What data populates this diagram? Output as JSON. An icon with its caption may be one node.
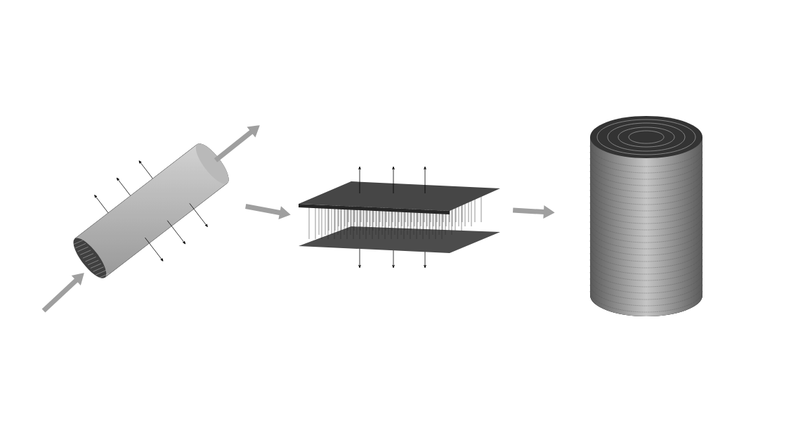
{
  "diagram": {
    "nodes": [
      {
        "text": [],
        "shape": "picture"
      },
      {
        "text": [],
        "shape": "picture"
      },
      {
        "text": [],
        "shape": "picture"
      }
    ],
    "edges": [
      {
        "from": null,
        "to": 0,
        "arrow": "to"
      },
      {
        "from": 0,
        "to": null,
        "arrow": "to"
      },
      {
        "from": 0,
        "to": 1,
        "arrow": "to"
      },
      {
        "from": 1,
        "to": 2,
        "arrow": "to"
      }
    ]
  }
}
